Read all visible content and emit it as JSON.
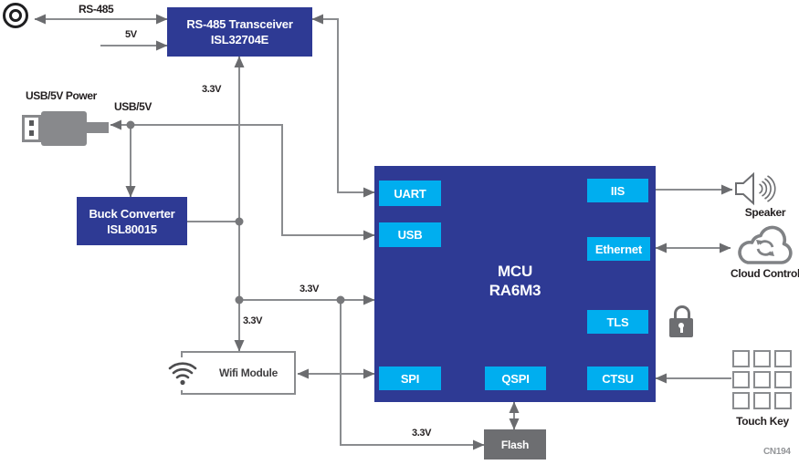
{
  "diagram": {
    "watermark": "CN194",
    "colors": {
      "block_blue": "#2e3a94",
      "port_cyan": "#00aeef",
      "wire_gray": "#8a8c8f",
      "arrow_gray": "#6b6c6f",
      "flash_gray": "#6d6e71",
      "label_dark": "#231f20"
    },
    "blocks": {
      "transceiver": {
        "line1": "RS-485 Transceiver",
        "line2": "ISL32704E"
      },
      "buck": {
        "line1": "Buck Converter",
        "line2": "ISL80015"
      },
      "mcu": {
        "line1": "MCU",
        "line2": "RA6M3",
        "ports": {
          "uart": "UART",
          "usb": "USB",
          "iis": "IIS",
          "ethernet": "Ethernet",
          "tls": "TLS",
          "spi": "SPI",
          "qspi": "QSPI",
          "ctsu": "CTSU"
        }
      },
      "wifi": {
        "label": "Wifi Module"
      },
      "flash": {
        "label": "Flash"
      }
    },
    "wire_labels": {
      "rs485": "RS-485",
      "v5": "5V",
      "v33_transceiver": "3.3V",
      "usb5v_power": "USB/5V Power",
      "usb5v": "USB/5V",
      "v33_mcu": "3.3V",
      "v33_wifi": "3.3V",
      "v33_flash": "3.3V"
    },
    "peripherals": {
      "speaker": "Speaker",
      "cloud": "Cloud Control",
      "touchkey": "Touch Key"
    }
  }
}
